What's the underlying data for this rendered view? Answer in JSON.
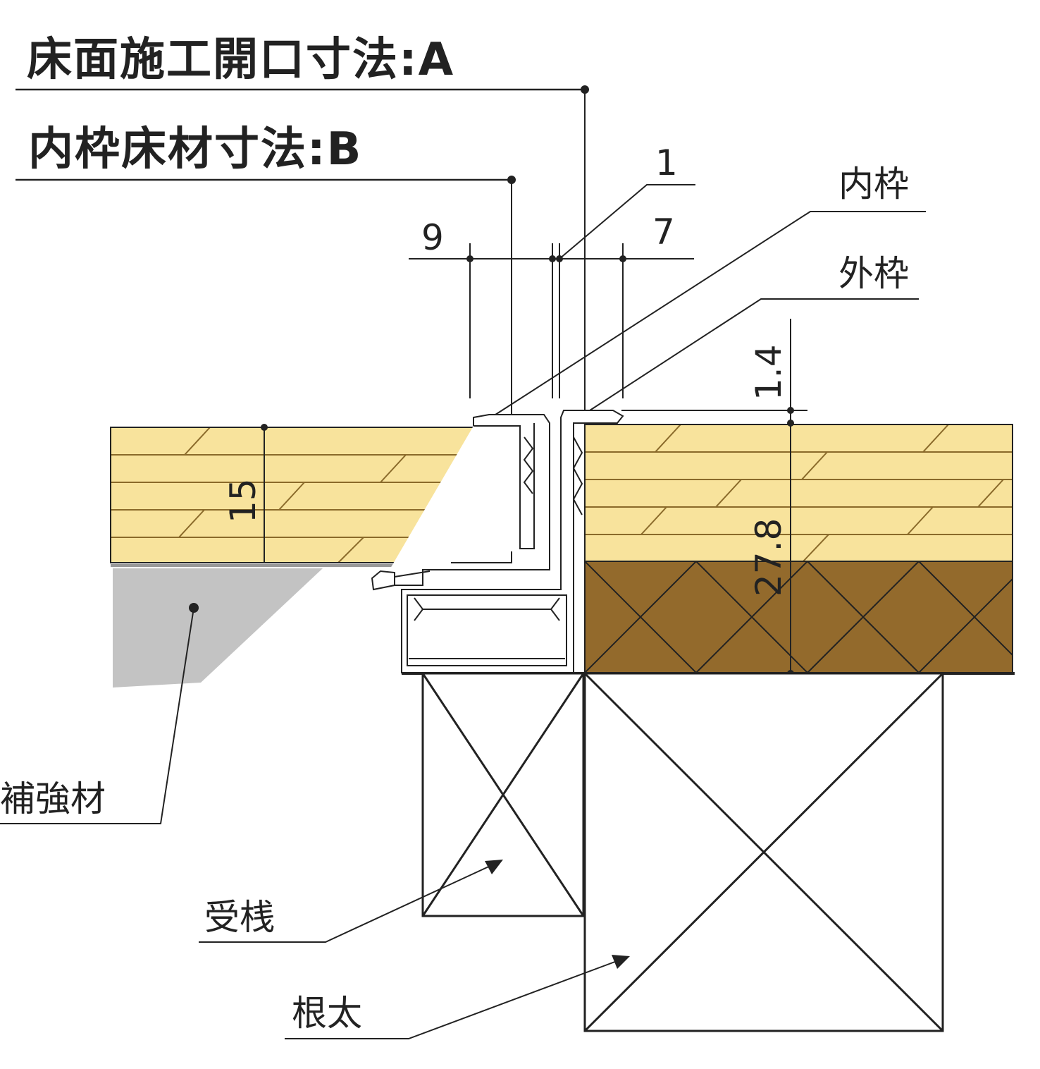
{
  "titles": {
    "floor_opening": "床面施工開口寸法:A",
    "inner_frame_floor": "内枠床材寸法:B"
  },
  "dimensions": {
    "d9": "9",
    "d1": "1",
    "d7": "7",
    "d1_4": "1.4",
    "d15": "15",
    "d27_8": "27.8"
  },
  "labels": {
    "inner_frame": "内枠",
    "outer_frame": "外枠",
    "reinforcement": "補強材",
    "receiving_beam": "受桟",
    "joist": "根太"
  },
  "colors": {
    "wood": "#f8e39c",
    "wood_lines": "#8a6a2a",
    "plywood": "#936a2c",
    "reinforcement": "#c3c3c3",
    "line": "#222222"
  }
}
